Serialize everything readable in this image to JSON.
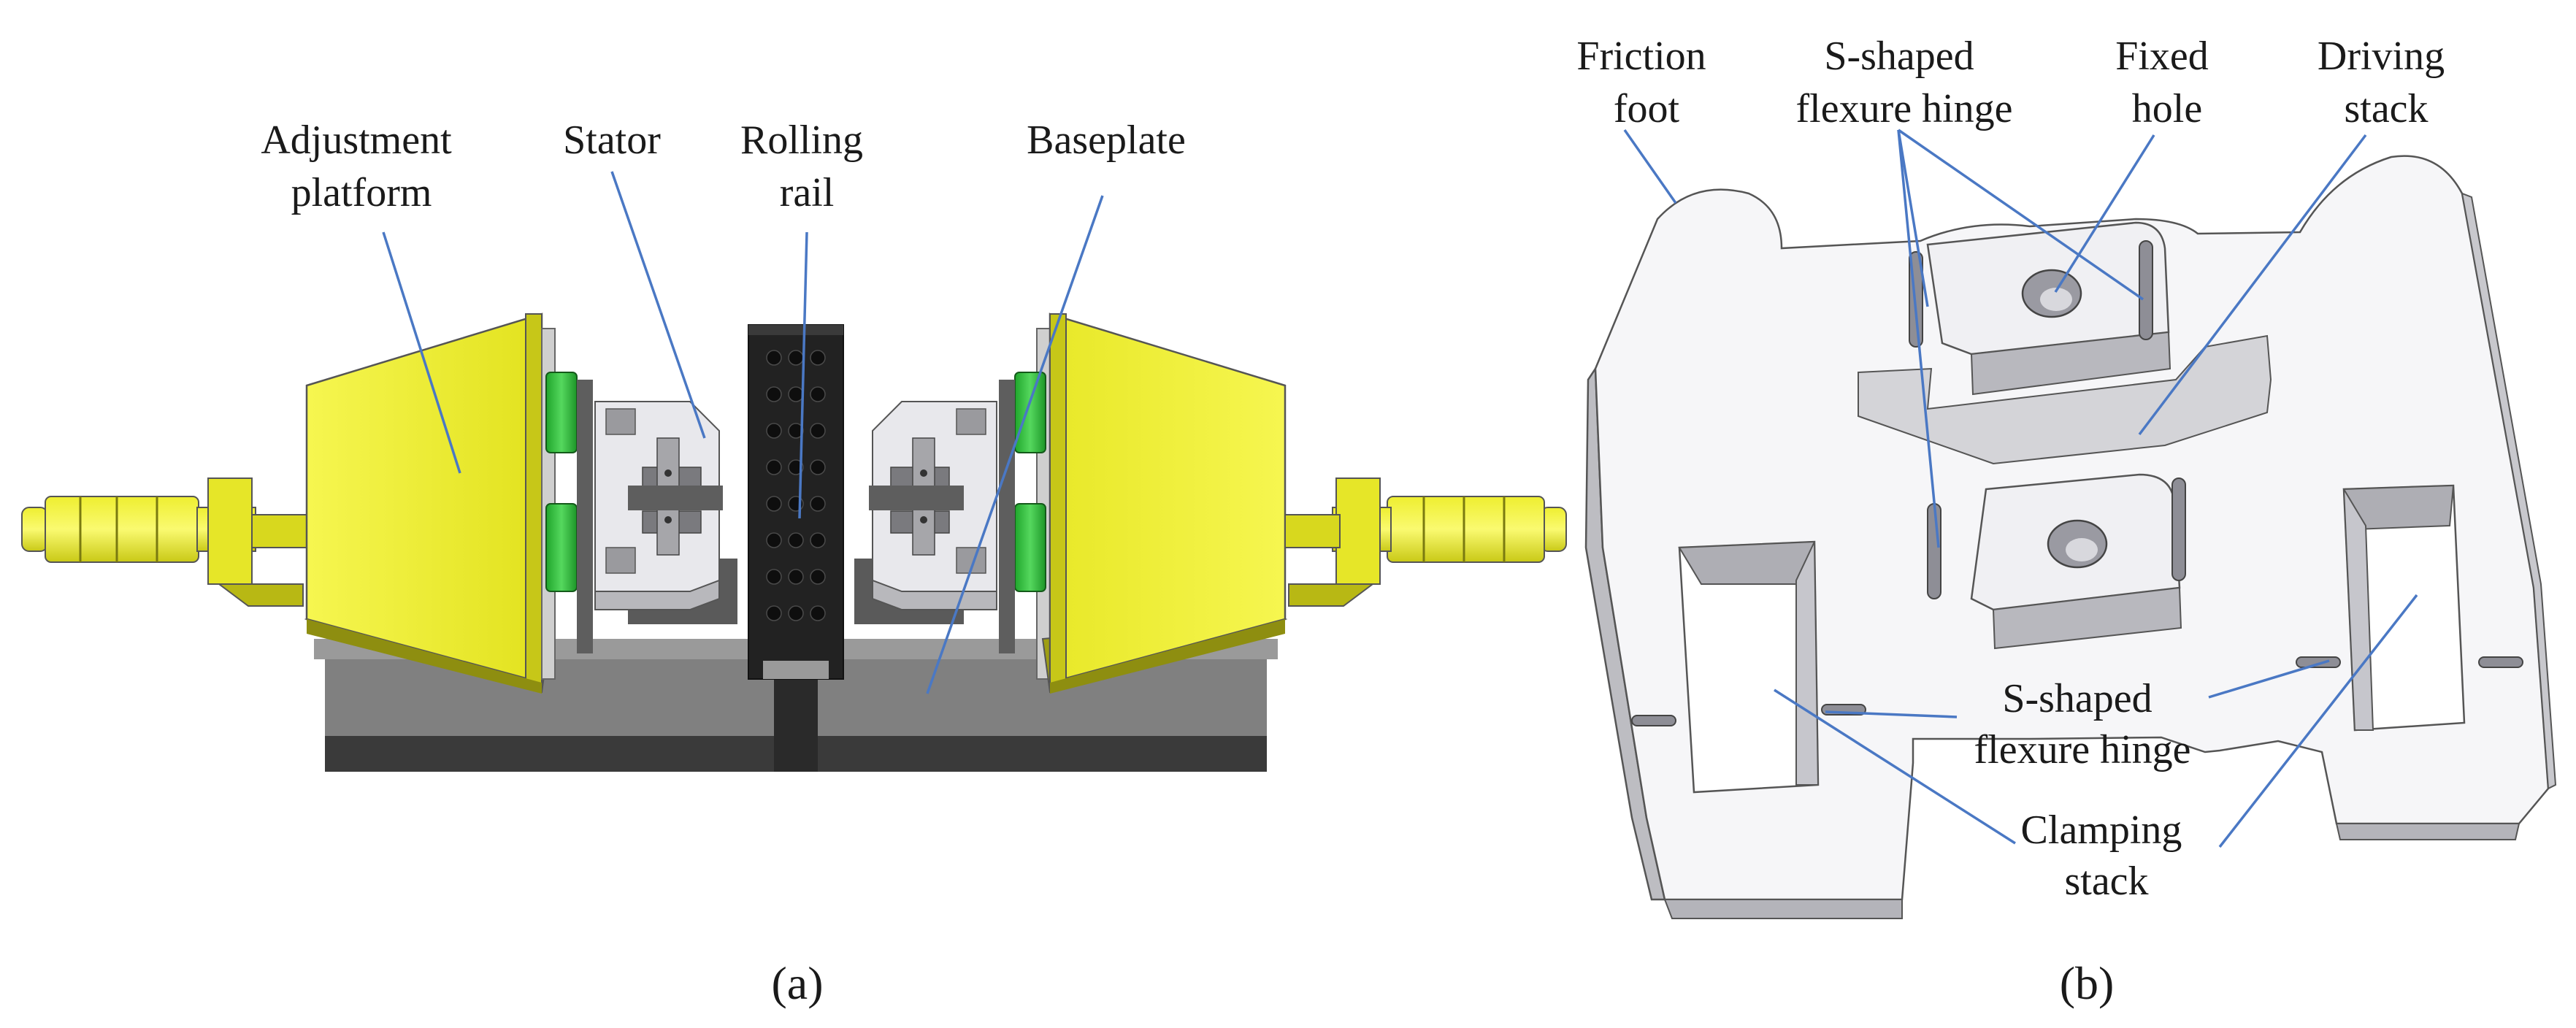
{
  "panel_a": {
    "caption": "(a)",
    "labels": {
      "adjustment_platform": [
        "Adjustment",
        "platform"
      ],
      "stator": "Stator",
      "rolling_rail": [
        "Rolling",
        "rail"
      ],
      "baseplate": "Baseplate"
    }
  },
  "panel_b": {
    "caption": "(b)",
    "labels": {
      "friction_foot": [
        "Friction",
        "foot"
      ],
      "s_hinge_top": [
        "S-shaped",
        "flexure hinge"
      ],
      "fixed_hole": [
        "Fixed",
        "hole"
      ],
      "driving_stack": [
        "Driving",
        "stack"
      ],
      "s_hinge_bottom": [
        "S-shaped",
        "flexure hinge"
      ],
      "clamping_stack": [
        "Clamping",
        "stack"
      ]
    }
  },
  "colors": {
    "leader": "#4a78c4",
    "yellow": "#f2f23a",
    "green": "#2fbf3a",
    "dark_base": "#3a3a3a",
    "gray_base": "#808080",
    "rail": "#222222",
    "stator_plate": "#e6e6ea",
    "stator_face": "#c8c8cc"
  }
}
